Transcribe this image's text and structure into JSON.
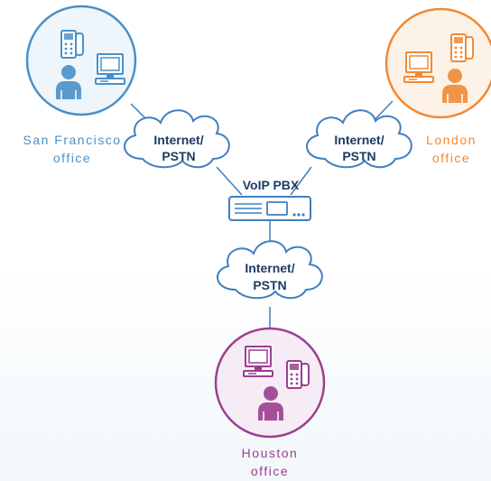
{
  "colors": {
    "sanfrancisco": "#4a90c8",
    "sanfrancisco_fill": "#eef5fb",
    "london": "#ef8a35",
    "london_fill": "#fdf2e8",
    "houston": "#9b3f8f",
    "houston_fill": "#f6ecf5",
    "network": "#3f7fbf",
    "text_dark": "#1d3a66"
  },
  "offices": {
    "sanfrancisco": {
      "line1": "San Francisco",
      "line2": "office"
    },
    "london": {
      "line1": "London",
      "line2": "office"
    },
    "houston": {
      "line1": "Houston",
      "line2": "office"
    }
  },
  "clouds": {
    "left": {
      "line1": "Internet/",
      "line2": "PSTN"
    },
    "right": {
      "line1": "Internet/",
      "line2": "PSTN"
    },
    "bottom": {
      "line1": "Internet/",
      "line2": "PSTN"
    }
  },
  "pbx": {
    "label": "VoIP PBX"
  },
  "icons": [
    "desk-phone-icon",
    "computer-icon",
    "person-icon",
    "pbx-device-icon",
    "cloud-icon"
  ]
}
